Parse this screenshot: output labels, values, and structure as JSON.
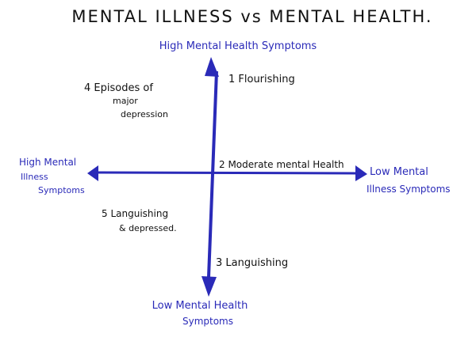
{
  "title": "MENTAL ILLNESS vs MENTAL HEALTH.",
  "axes": {
    "top": "High Mental Health Symptoms",
    "bottom": [
      "Low Mental Health",
      "Symptoms"
    ],
    "left": [
      "High Mental",
      "Illness",
      "Symptoms"
    ],
    "right": [
      "Low Mental",
      "Illness Symptoms"
    ]
  },
  "quadrants": {
    "q1": "1 Flourishing",
    "q2": "2 Moderate mental Health",
    "q3": "3 Languishing",
    "q4": [
      "4 Episodes of",
      "major",
      "depression"
    ],
    "q5": [
      "5 Languishing",
      "& depressed."
    ]
  },
  "colors": {
    "axis": "#2a2ab8",
    "label": "#2a2ab8",
    "text": "#111111"
  }
}
